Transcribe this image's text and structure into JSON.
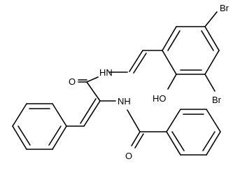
{
  "atom_labels": {
    "br_top": "Br",
    "br_bottom": "Br",
    "hydroxyl": "HO",
    "hydrazone": "HN",
    "carbonyl_oxygen_upper": "O",
    "amide_nh": "NH",
    "carbonyl_oxygen_lower": "O"
  },
  "colors": {
    "bond": "#000000",
    "text": "#000000",
    "background": "#ffffff"
  }
}
